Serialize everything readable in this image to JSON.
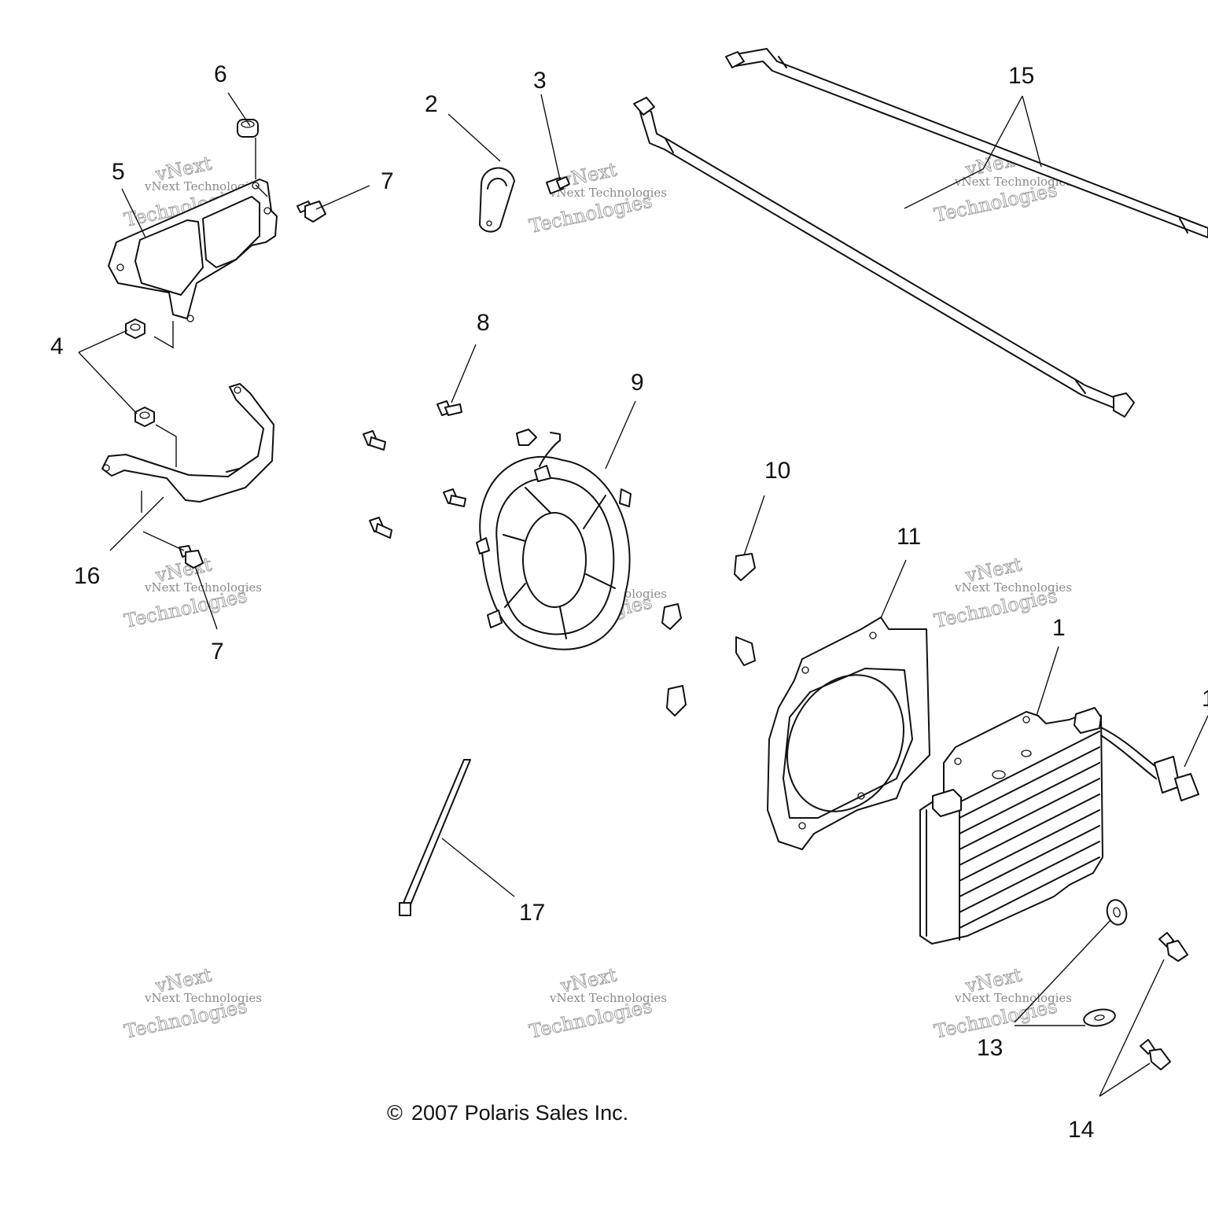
{
  "diagram": {
    "callouts": [
      "1",
      "2",
      "3",
      "4",
      "5",
      "6",
      "7",
      "7",
      "8",
      "9",
      "10",
      "11",
      "1",
      "13",
      "14",
      "15",
      "16",
      "17"
    ],
    "watermark": {
      "line1": "vNext Technologies",
      "line2": "Technologies",
      "line3": "vNext"
    },
    "copyright": "2007 Polaris Sales Inc.",
    "copyright_symbol": "©"
  }
}
